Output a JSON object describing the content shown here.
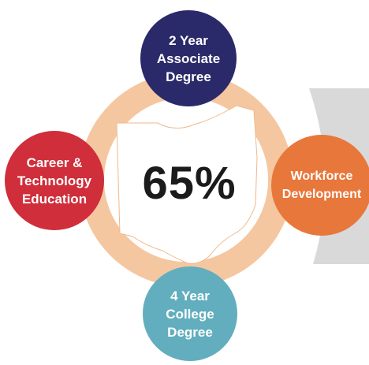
{
  "center": {
    "value": "65%"
  },
  "nodes": {
    "top": {
      "lines": [
        "2 Year",
        "Associate",
        "Degree"
      ],
      "color": "#2a2a6a"
    },
    "left": {
      "lines": [
        "Career &",
        "Technology",
        "Education"
      ],
      "color": "#cf2e3a"
    },
    "right": {
      "lines": [
        "Workforce",
        "Development"
      ],
      "color": "#e8773b"
    },
    "bottom": {
      "lines": [
        "4 Year",
        "College",
        "Degree"
      ],
      "color": "#62aebe"
    }
  },
  "colors": {
    "ring": "#f5c7a0",
    "chevron": "#d9d9d9",
    "state": "#ffffff"
  }
}
